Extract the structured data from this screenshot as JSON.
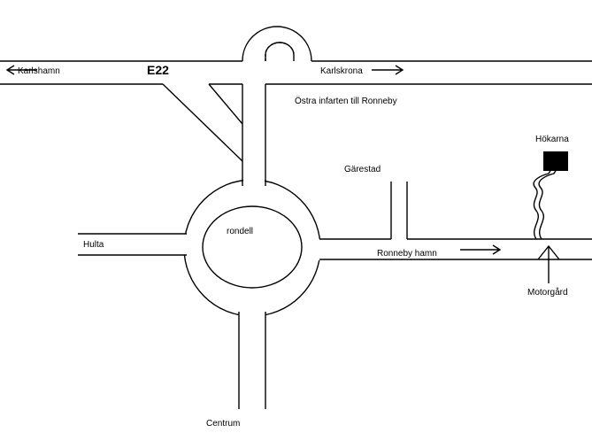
{
  "map": {
    "colors": {
      "background": "#ffffff",
      "lines": "#000000"
    },
    "labels": {
      "west": "Karlshamn",
      "highway": "E22",
      "east": "Karlskrona",
      "exit": "Östra infarten till Ronneby",
      "roundabout": "rondell",
      "gärestad": "Gärestad",
      "hokarna": "Hökarna",
      "hulta": "Hulta",
      "ronneby_hamn": "Ronneby hamn",
      "motorgard": "Motorgård",
      "centrum": "Centrum"
    },
    "markers": {
      "destination": "black-square-marker"
    }
  }
}
